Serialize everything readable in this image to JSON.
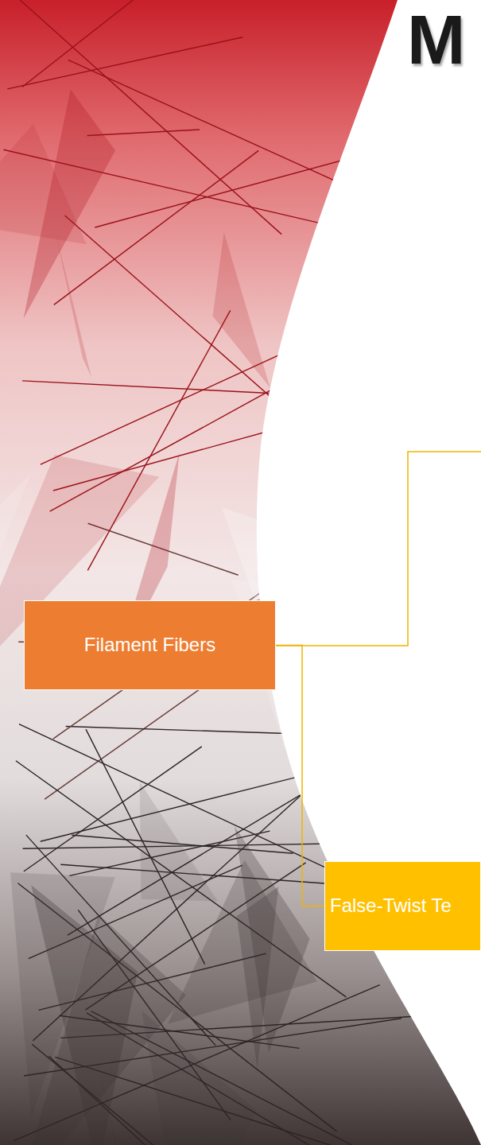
{
  "diagram": {
    "title": "M",
    "nodes": [
      {
        "text": [
          "Filament Fibers"
        ]
      },
      {
        "text": [
          "False-Twist Te"
        ]
      }
    ],
    "edges": [
      {
        "from": 0,
        "to": 1,
        "arrow": "none"
      }
    ]
  }
}
